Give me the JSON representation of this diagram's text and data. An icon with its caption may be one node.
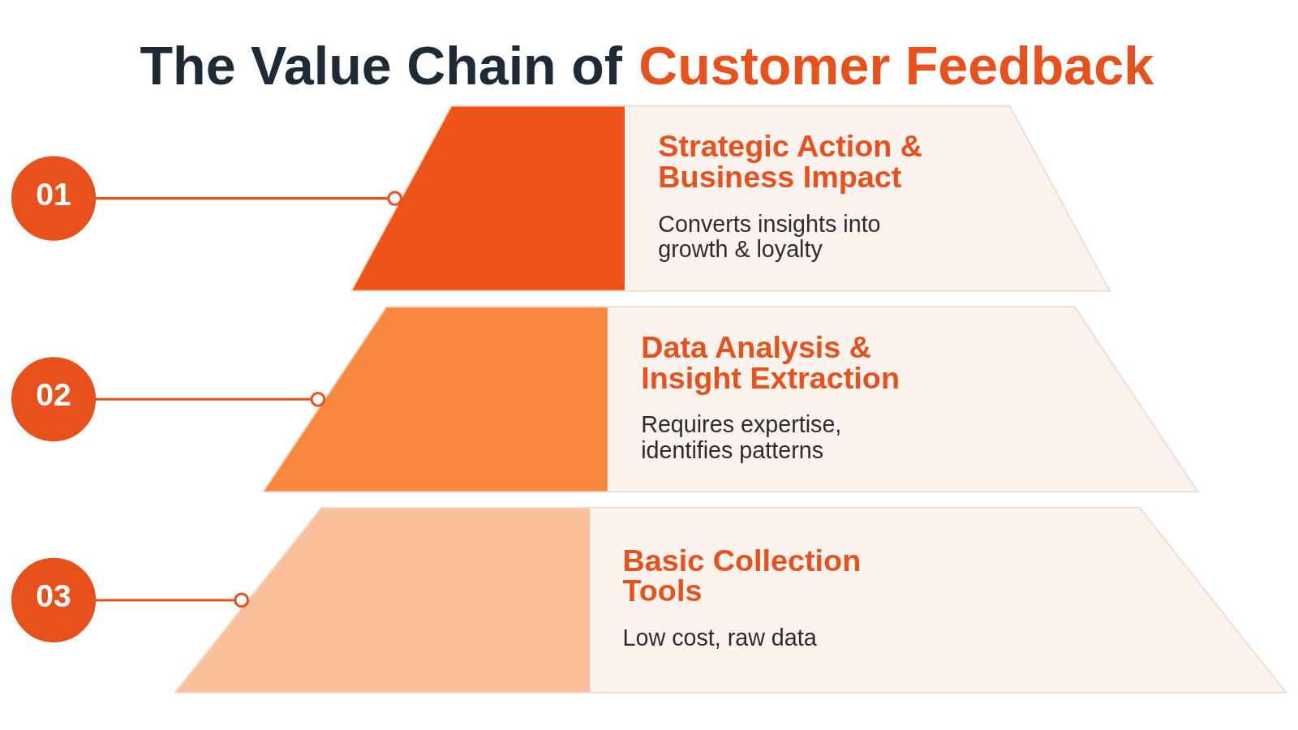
{
  "diagram": {
    "title": "The Value Chain of Customer Feedback",
    "nodes": [
      {
        "text": [
          "01"
        ]
      },
      {
        "text": [
          "Strategic Action & Business Impact",
          "Converts insights into growth & loyalty"
        ]
      },
      {
        "text": [
          "02"
        ]
      },
      {
        "text": [
          "Data Analysis & Insight Extraction",
          "Requires expertise, identifies patterns"
        ]
      },
      {
        "text": [
          "03"
        ]
      },
      {
        "text": [
          "Basic Collection Tools",
          "Low cost, raw data"
        ]
      }
    ],
    "edges": [
      {
        "from": 0,
        "to": 1,
        "arrow": "other"
      },
      {
        "from": 2,
        "to": 3,
        "arrow": "other"
      },
      {
        "from": 4,
        "to": 5,
        "arrow": "other"
      }
    ]
  }
}
